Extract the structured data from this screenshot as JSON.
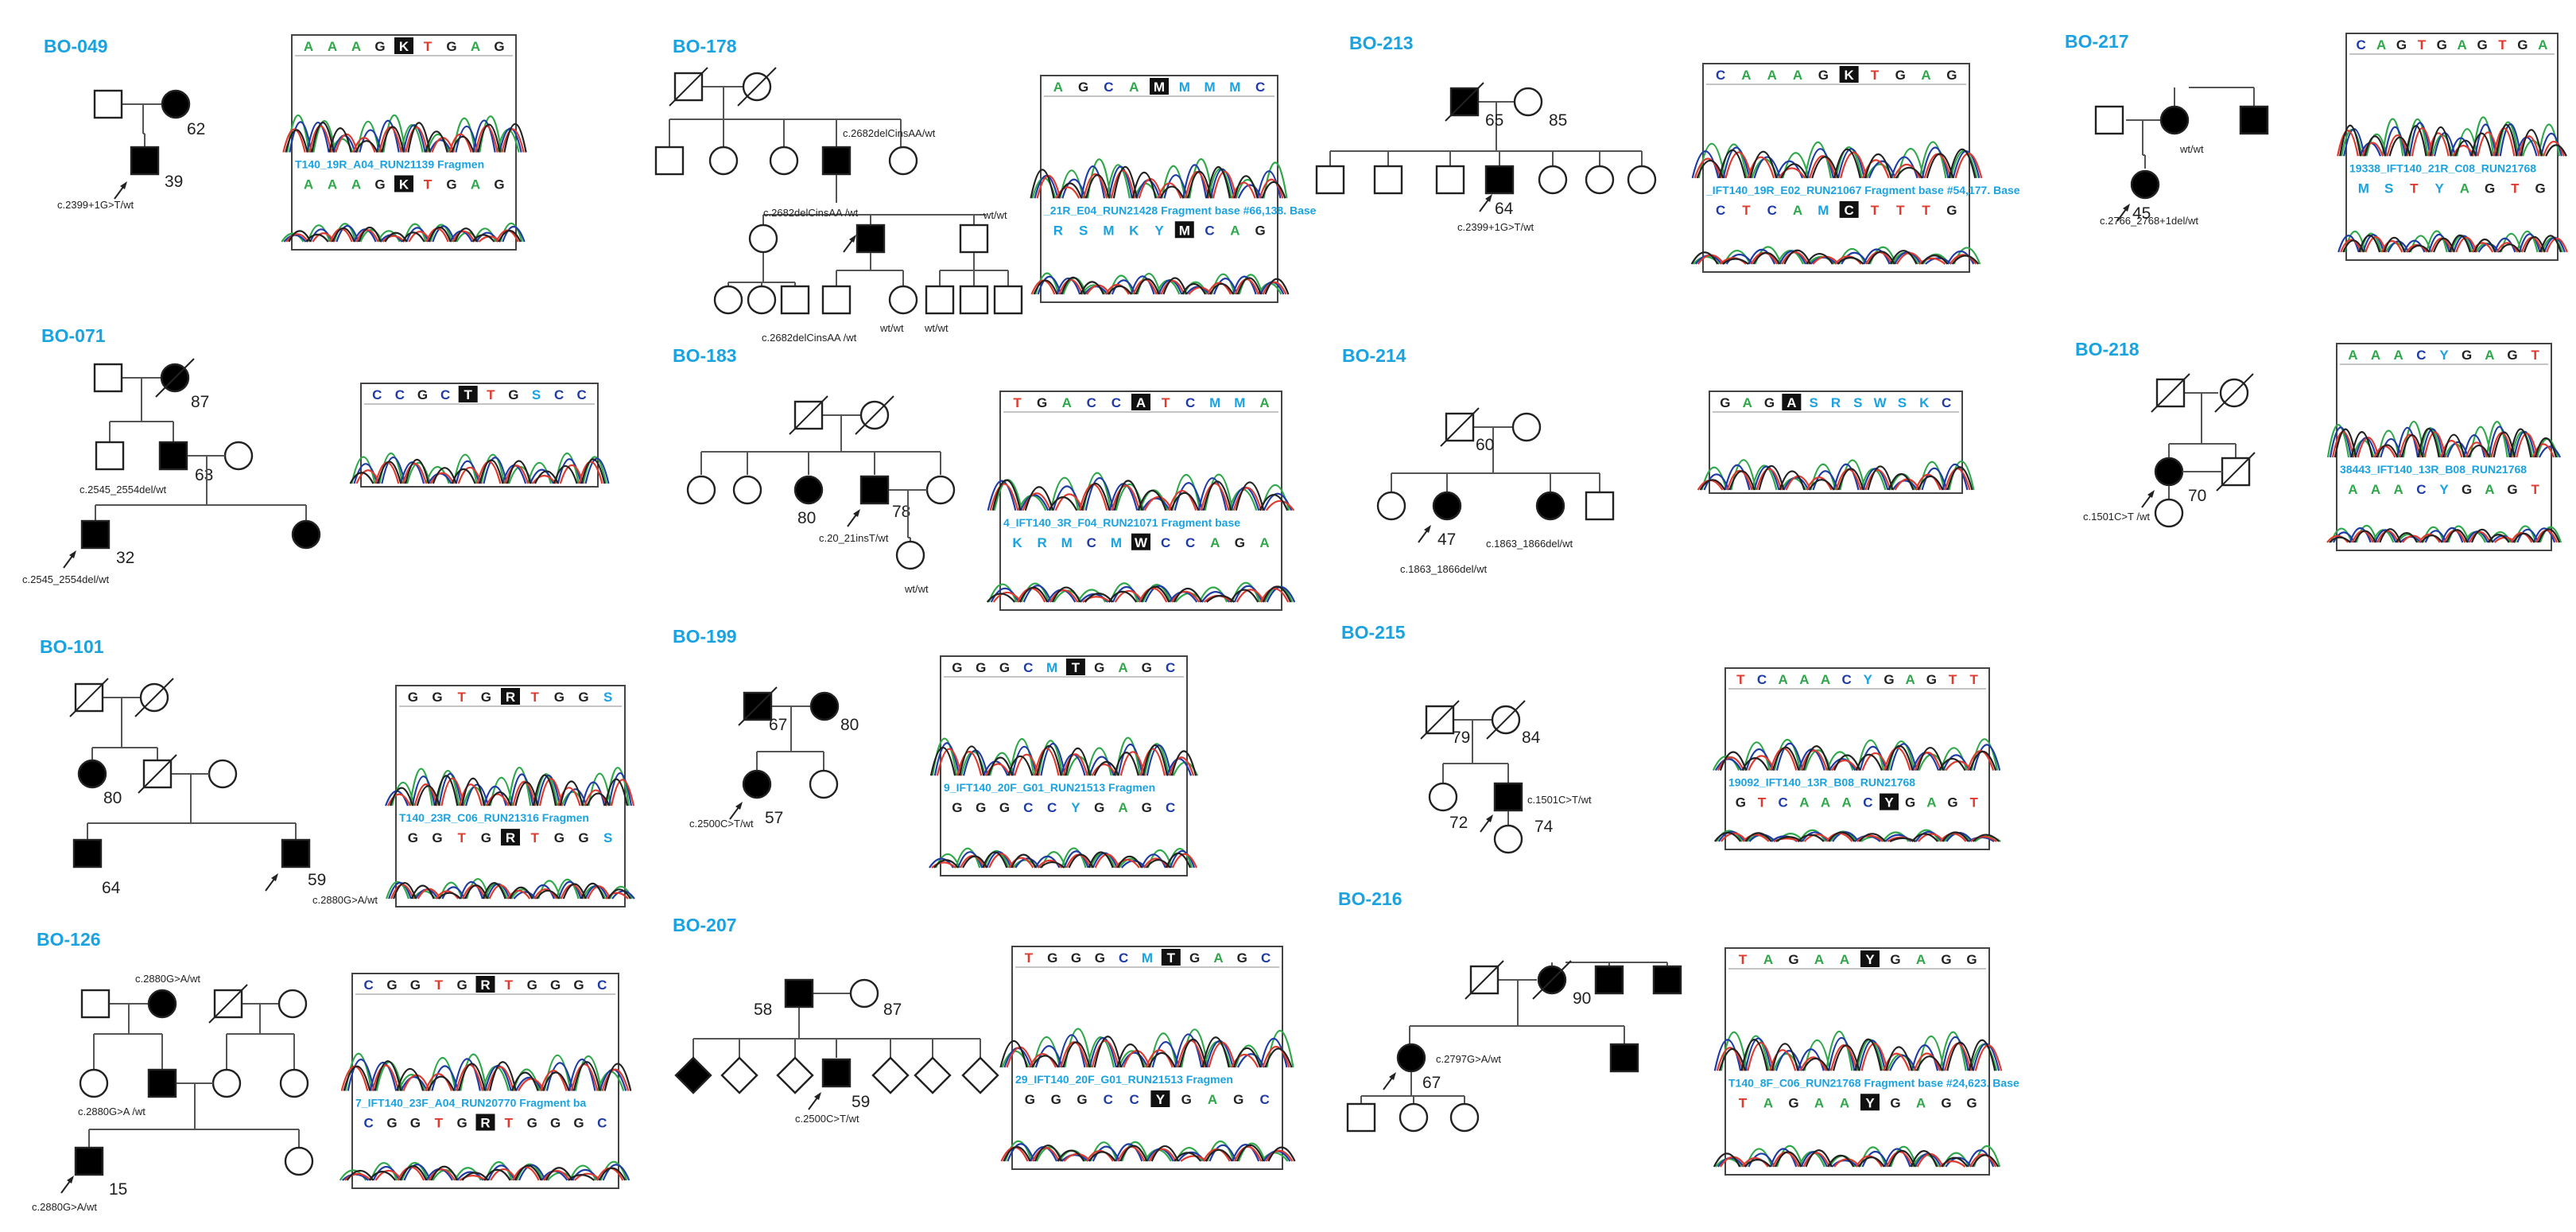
{
  "colors": {
    "label": "#1aa3e0",
    "line": "#555555",
    "symbol_fill": "#000000",
    "trace_green": "#2fa84a",
    "trace_blue": "#1f3ca6",
    "trace_red": "#e03a2e",
    "trace_black": "#222222"
  },
  "panels": [
    {
      "id": "BO-049",
      "ages": [
        "62",
        "39"
      ],
      "mutations": [
        "c.2399+1G>T/wt"
      ],
      "status": [],
      "chromatogram": {
        "top_bases": [
          "A",
          "A",
          "A",
          "G",
          "K",
          "T",
          "G",
          "A",
          "G"
        ],
        "top_hl": 4,
        "caption": "T140_19R_A04_RUN21139 Fragmen",
        "bottom_bases": [
          "A",
          "A",
          "A",
          "G",
          "K",
          "T",
          "G",
          "A",
          "G"
        ],
        "bottom_hl": 4
      }
    },
    {
      "id": "BO-178",
      "ages": [],
      "mutations": [
        "c.2682delCinsAA/wt",
        "c.2682delCinsAA /wt",
        "c.2682delCinsAA /wt"
      ],
      "status": [
        "wt/wt",
        "wt/wt",
        "wt/wt"
      ],
      "chromatogram": {
        "top_bases": [
          "A",
          "G",
          "C",
          "A",
          "M",
          "M",
          "M",
          "M",
          "C"
        ],
        "top_hl": 4,
        "caption": "_21R_E04_RUN21428 Fragment base #66,138. Base",
        "bottom_bases": [
          "R",
          "S",
          "M",
          "K",
          "Y",
          "M",
          "C",
          "A",
          "G"
        ],
        "bottom_hl": 5
      }
    },
    {
      "id": "BO-213",
      "ages": [
        "65",
        "85",
        "64"
      ],
      "mutations": [
        "c.2399+1G>T/wt"
      ],
      "status": [],
      "chromatogram": {
        "top_bases": [
          "C",
          "A",
          "A",
          "A",
          "G",
          "K",
          "T",
          "G",
          "A",
          "G"
        ],
        "top_hl": 5,
        "caption": "_IFT140_19R_E02_RUN21067 Fragment base #54,177. Base",
        "bottom_bases": [
          "C",
          "T",
          "C",
          "A",
          "M",
          "C",
          "T",
          "T",
          "T",
          "G"
        ],
        "bottom_hl": 5
      }
    },
    {
      "id": "BO-217",
      "ages": [
        "45"
      ],
      "mutations": [
        "c.2766_2768+1del/wt"
      ],
      "status": [
        "wt/wt"
      ],
      "chromatogram": {
        "top_bases": [
          "C",
          "A",
          "G",
          "T",
          "G",
          "A",
          "G",
          "T",
          "G",
          "A"
        ],
        "top_hl": -1,
        "caption": "19338_IFT140_21R_C08_RUN21768",
        "bottom_bases": [
          "M",
          "S",
          "T",
          "Y",
          "A",
          "G",
          "T",
          "G"
        ],
        "bottom_hl": -1
      }
    },
    {
      "id": "BO-071",
      "ages": [
        "87",
        "63",
        "32"
      ],
      "mutations": [
        "c.2545_2554del/wt",
        "c.2545_2554del/wt"
      ],
      "status": [],
      "chromatogram": {
        "top_bases": [
          "C",
          "C",
          "G",
          "C",
          "T",
          "T",
          "G",
          "S",
          "C",
          "C"
        ],
        "top_hl": 4,
        "caption": "",
        "bottom_bases": [],
        "bottom_hl": -1
      }
    },
    {
      "id": "BO-183",
      "ages": [
        "80",
        "78"
      ],
      "mutations": [
        "c.20_21insT/wt"
      ],
      "status": [
        "wt/wt"
      ],
      "chromatogram": {
        "top_bases": [
          "T",
          "G",
          "A",
          "C",
          "C",
          "A",
          "T",
          "C",
          "M",
          "M",
          "A"
        ],
        "top_hl": 5,
        "caption": "4_IFT140_3R_F04_RUN21071 Fragment base",
        "bottom_bases": [
          "K",
          "R",
          "M",
          "C",
          "M",
          "W",
          "C",
          "C",
          "A",
          "G",
          "A"
        ],
        "bottom_hl": 5
      }
    },
    {
      "id": "BO-214",
      "ages": [
        "60",
        "47"
      ],
      "mutations": [
        "c.1863_1866del/wt",
        "c.1863_1866del/wt"
      ],
      "status": [],
      "chromatogram": {
        "top_bases": [
          "G",
          "A",
          "G",
          "A",
          "S",
          "R",
          "S",
          "W",
          "S",
          "K",
          "C"
        ],
        "top_hl": 3,
        "caption": "",
        "bottom_bases": [],
        "bottom_hl": -1
      }
    },
    {
      "id": "BO-218",
      "ages": [
        "70"
      ],
      "mutations": [
        "c.1501C>T /wt"
      ],
      "status": [],
      "chromatogram": {
        "top_bases": [
          "A",
          "A",
          "A",
          "C",
          "Y",
          "G",
          "A",
          "G",
          "T"
        ],
        "top_hl": -1,
        "caption": "38443_IFT140_13R_B08_RUN21768",
        "bottom_bases": [
          "A",
          "A",
          "A",
          "C",
          "Y",
          "G",
          "A",
          "G",
          "T"
        ],
        "bottom_hl": -1
      }
    },
    {
      "id": "BO-101",
      "ages": [
        "80",
        "64",
        "59"
      ],
      "mutations": [
        "c.2880G>A/wt"
      ],
      "status": [],
      "chromatogram": {
        "top_bases": [
          "G",
          "G",
          "T",
          "G",
          "R",
          "T",
          "G",
          "G",
          "S"
        ],
        "top_hl": 4,
        "caption": "T140_23R_C06_RUN21316 Fragmen",
        "bottom_bases": [
          "G",
          "G",
          "T",
          "G",
          "R",
          "T",
          "G",
          "G",
          "S"
        ],
        "bottom_hl": 4
      }
    },
    {
      "id": "BO-199",
      "ages": [
        "67",
        "80",
        "57"
      ],
      "mutations": [
        "c.2500C>T/wt"
      ],
      "status": [],
      "chromatogram": {
        "top_bases": [
          "G",
          "G",
          "G",
          "C",
          "M",
          "T",
          "G",
          "A",
          "G",
          "C"
        ],
        "top_hl": 5,
        "caption": "9_IFT140_20F_G01_RUN21513 Fragmen",
        "bottom_bases": [
          "G",
          "G",
          "G",
          "C",
          "C",
          "Y",
          "G",
          "A",
          "G",
          "C"
        ],
        "bottom_hl": -1
      }
    },
    {
      "id": "BO-215",
      "ages": [
        "79",
        "84",
        "72",
        "74"
      ],
      "mutations": [
        "c.1501C>T/wt"
      ],
      "status": [],
      "chromatogram": {
        "top_bases": [
          "T",
          "C",
          "A",
          "A",
          "A",
          "C",
          "Y",
          "G",
          "A",
          "G",
          "T",
          "T"
        ],
        "top_hl": -1,
        "caption": "19092_IFT140_13R_B08_RUN21768",
        "bottom_bases": [
          "G",
          "T",
          "C",
          "A",
          "A",
          "A",
          "C",
          "Y",
          "G",
          "A",
          "G",
          "T"
        ],
        "bottom_hl": 7
      }
    },
    {
      "id": "BO-126",
      "ages": [
        "15"
      ],
      "mutations": [
        "c.2880G>A/wt",
        "c.2880G>A /wt",
        "c.2880G>A/wt"
      ],
      "status": [],
      "chromatogram": {
        "top_bases": [
          "C",
          "G",
          "G",
          "T",
          "G",
          "R",
          "T",
          "G",
          "G",
          "G",
          "C"
        ],
        "top_hl": 5,
        "caption": "7_IFT140_23F_A04_RUN20770 Fragment ba",
        "bottom_bases": [
          "C",
          "G",
          "G",
          "T",
          "G",
          "R",
          "T",
          "G",
          "G",
          "G",
          "C"
        ],
        "bottom_hl": 5
      }
    },
    {
      "id": "BO-207",
      "ages": [
        "58",
        "87",
        "59"
      ],
      "mutations": [
        "c.2500C>T/wt"
      ],
      "status": [],
      "chromatogram": {
        "top_bases": [
          "T",
          "G",
          "G",
          "G",
          "C",
          "M",
          "T",
          "G",
          "A",
          "G",
          "C"
        ],
        "top_hl": 6,
        "caption": "29_IFT140_20F_G01_RUN21513 Fragmen",
        "bottom_bases": [
          "G",
          "G",
          "G",
          "C",
          "C",
          "Y",
          "G",
          "A",
          "G",
          "C"
        ],
        "bottom_hl": 5
      }
    },
    {
      "id": "BO-216",
      "ages": [
        "90",
        "67"
      ],
      "mutations": [
        "c.2797G>A/wt"
      ],
      "status": [],
      "chromatogram": {
        "top_bases": [
          "T",
          "A",
          "G",
          "A",
          "A",
          "Y",
          "G",
          "A",
          "G",
          "G"
        ],
        "top_hl": 5,
        "caption": "T140_8F_C06_RUN21768 Fragment base #24,623. Base",
        "bottom_bases": [
          "T",
          "A",
          "G",
          "A",
          "A",
          "Y",
          "G",
          "A",
          "G",
          "G"
        ],
        "bottom_hl": 5
      }
    }
  ]
}
